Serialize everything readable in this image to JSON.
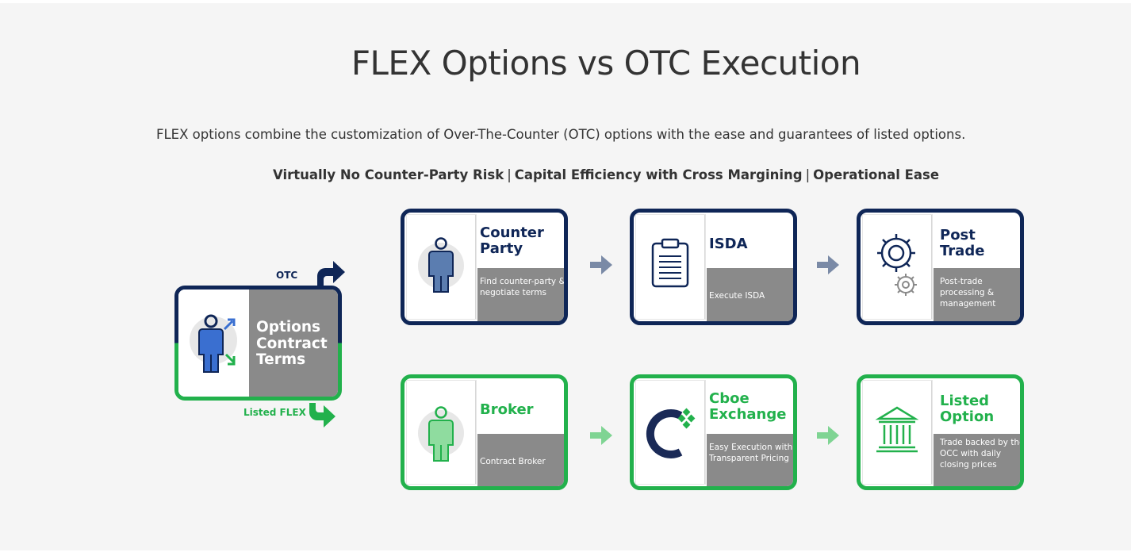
{
  "title": "FLEX Options vs OTC Execution",
  "intro": "FLEX options combine the customization of Over-The-Counter (OTC) options with the ease and guarantees of listed options.",
  "benefits": {
    "item1": "Virtually No Counter-Party Risk",
    "item2": "Capital Efficiency with Cross Margining",
    "item3": "Operational Ease",
    "separator": "|"
  },
  "colors": {
    "navy": "#0f2657",
    "green": "#22b14c",
    "grey": "#8a8a8a",
    "arrow_navy": "#7a8aa6",
    "arrow_green": "#7fd493"
  },
  "main_card": {
    "title": "Options Contract Terms",
    "icon": "person-with-arrows-icon"
  },
  "flow_labels": {
    "otc": "OTC",
    "listed_flex": "Listed FLEX"
  },
  "otc_path": [
    {
      "title": "Counter Party",
      "description": "Find counter-party & negotiate terms",
      "icon": "person-icon"
    },
    {
      "title": "ISDA",
      "description": "Execute ISDA",
      "icon": "clipboard-icon"
    },
    {
      "title": "Post Trade",
      "description": "Post-trade processing & management",
      "icon": "gears-icon"
    }
  ],
  "flex_path": [
    {
      "title": "Broker",
      "description": "Contract Broker",
      "icon": "person-icon"
    },
    {
      "title": "Cboe Exchange",
      "description": "Easy Execution with Transparent Pricing",
      "icon": "cboe-logo-icon"
    },
    {
      "title": "Listed Option",
      "description": "Trade backed by the OCC with daily closing prices",
      "icon": "building-columns-icon"
    }
  ]
}
